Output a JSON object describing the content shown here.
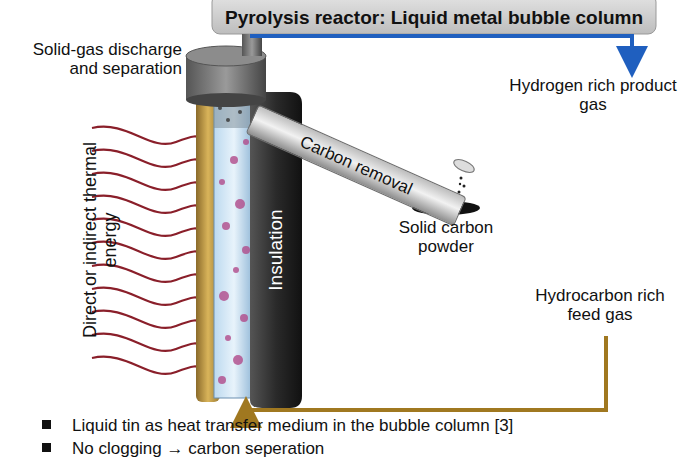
{
  "diagram": {
    "title": "Pyrolysis reactor: Liquid metal bubble column",
    "nodes": [
      {
        "text": [
          "Insulation"
        ]
      },
      {
        "text": [
          "Carbon removal"
        ]
      }
    ],
    "labels": [
      "Solid-gas discharge and separation",
      "Hydrogen rich product gas",
      "Solid carbon powder",
      "Direct or indirect thermal energy",
      "Hydrocarbon rich feed gas",
      "Liquid tin as heat transfer medium in the bubble column [3]",
      "No clogging → carbon seperation"
    ]
  }
}
